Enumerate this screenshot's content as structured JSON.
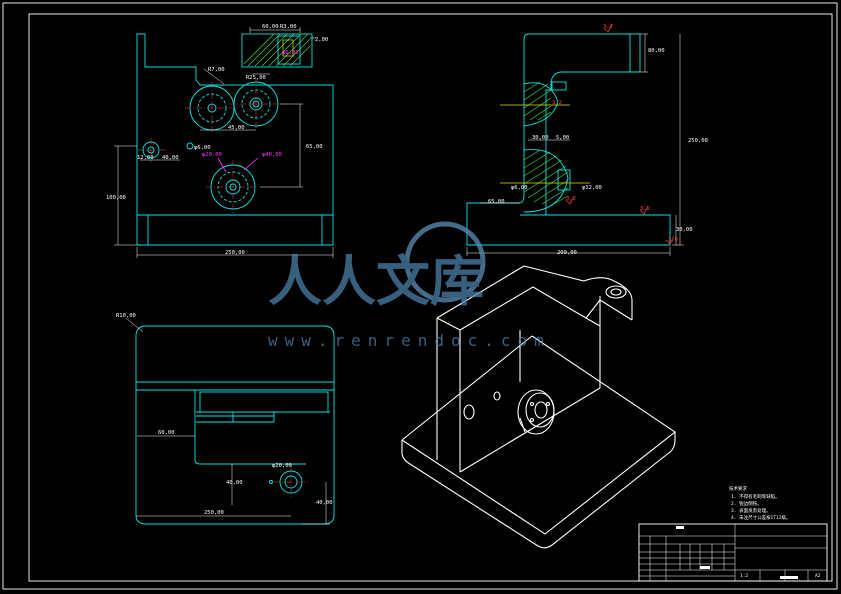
{
  "drawing": {
    "front_view": {
      "dims": {
        "top_width": "60,00",
        "top_offset": "R3,00",
        "top_small": "2,00",
        "radius_top": "R7,00",
        "hole_pair_label": "R25,00",
        "hole_spacing": "45,00",
        "center_height": "65,00",
        "left_hole": "40,00",
        "left_small_1": "12,00",
        "left_small_2": "φ6,00",
        "overall_height": "100,00",
        "overall_width": "250,00",
        "magenta_1": "φ20,00",
        "magenta_2": "φ40,00",
        "magenta_3": "φ6,00"
      }
    },
    "side_view": {
      "dims": {
        "top_height": "80,00",
        "overall_height": "250,00",
        "base_height": "30,00",
        "base_small": "3,0",
        "web_left": "30,00",
        "web_right": "5,00",
        "lower_left": "φ6,00",
        "lower_right": "φ12,00",
        "left_offset": "65,00",
        "base_length": "200,00",
        "rough_1": "3,2",
        "rough_2": "3,2",
        "rough_3": "3,2",
        "rough_4": "3,2"
      }
    },
    "top_view": {
      "dims": {
        "corner_radius": "R10,00",
        "slot_width": "60,00",
        "hole_height": "40,00",
        "hole_label": "φ20,00",
        "overall_width": "250,00",
        "right_height": "40,00"
      }
    },
    "notes": {
      "title": "技术要求",
      "items": [
        "1. 不得有毛刺等缺陷。",
        "2. 锐边倒钝。",
        "3. 表面发黑处理。",
        "4. 未注尺寸公差按IT12级。"
      ]
    },
    "watermark": {
      "chars": "人人文库",
      "url": "www.renrendoc.com"
    },
    "title_block": {
      "scale": "1:2",
      "sheet": "A2"
    }
  }
}
